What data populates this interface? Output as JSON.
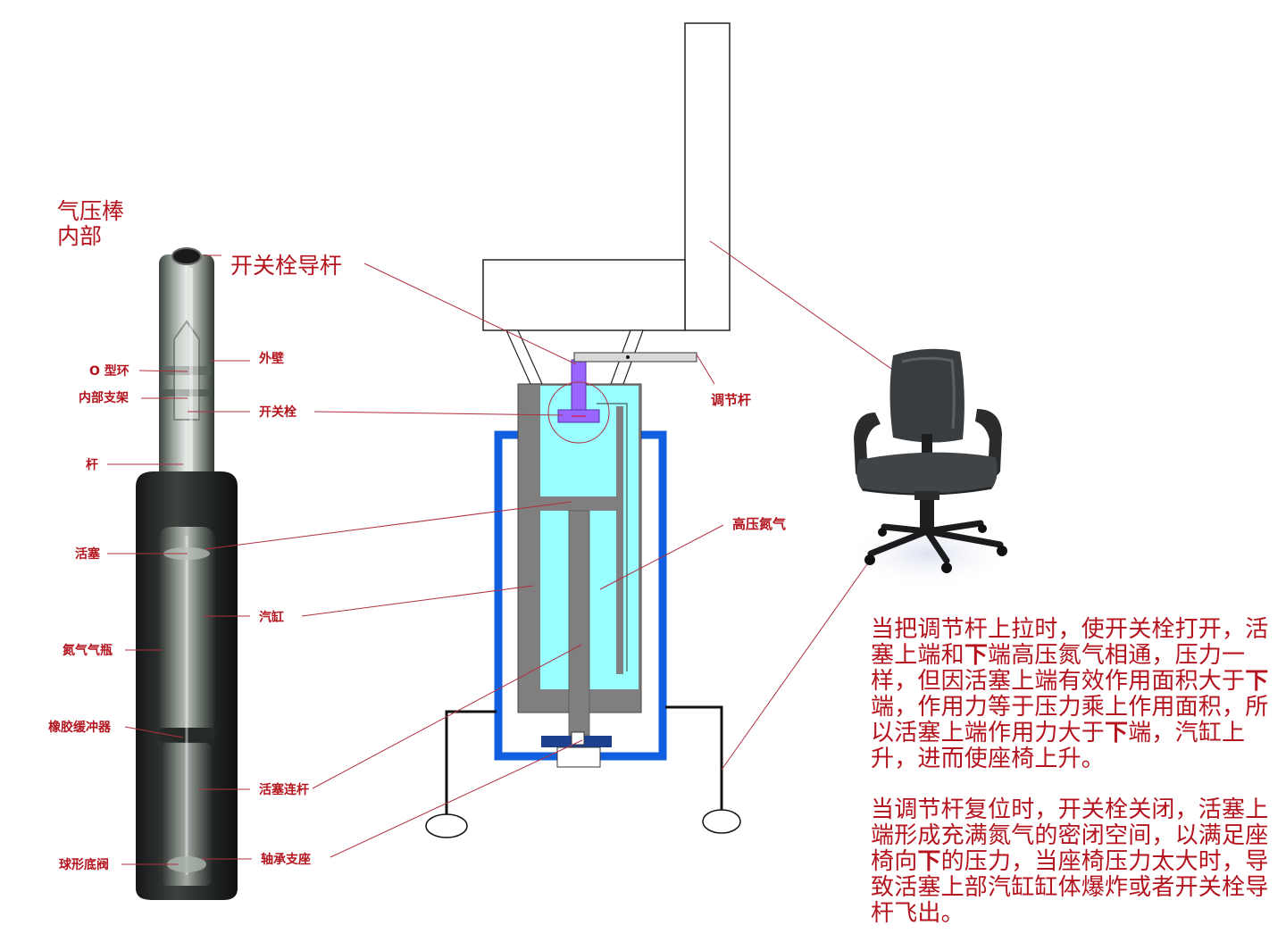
{
  "title": {
    "line1": "气压棒",
    "line2": "内部"
  },
  "labels": {
    "switch_guide_rod": "开关栓导杆",
    "outer_wall": "外壁",
    "o_ring": "O 型环",
    "inner_bracket": "内部支架",
    "switch_plug": "开关栓",
    "rod": "杆",
    "piston": "活塞",
    "cylinder": "汽缸",
    "nitrogen_bubble": "氮气气瓶",
    "rubber_buffer": "橡胶缓冲器",
    "piston_rod": "活塞连杆",
    "ball_valve": "球形底阀",
    "bearing_seat": "轴承支座",
    "adjust_lever": "调节杆",
    "high_pressure_nitrogen": "高压氮气"
  },
  "colors": {
    "label_red": "#b3141e",
    "leader_red": "#b03040",
    "cylinder_gray": "#7f7f7f",
    "gas_cyan": "#99ffff",
    "frame_blue": "#0f5fe0",
    "valve_purple": "#9966ff",
    "chair_dark": "#3a3d40"
  },
  "description": {
    "p1_parts": [
      "当把调节杆上拉时，使开关栓打开，活塞上端和",
      "下",
      "端高压氮气相通，压力一样，但因活塞上端有效作用面积大于",
      "下",
      "端，作用力等于压力乘上作用面积，所以活塞上端作用力大于",
      "下",
      "端，汽缸上升，进而使座椅上升。"
    ],
    "p2_parts": [
      "当调节杆复位时，开关栓关闭，活塞上端形成充满氮气的密闭空间，以满足座椅向",
      "下",
      "的压力，当座椅压力太大时，导致活塞上部汽缸缸体爆炸或者开关栓导杆飞出。"
    ]
  }
}
